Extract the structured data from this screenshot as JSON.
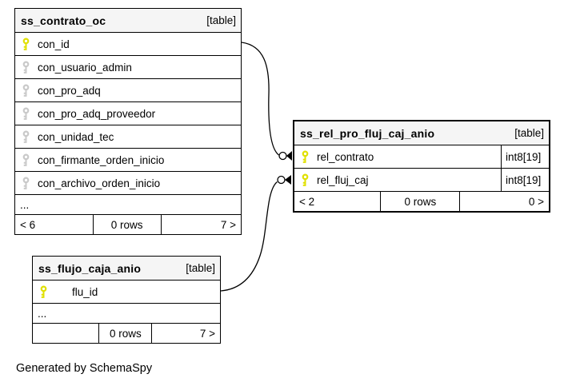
{
  "generated_note": "Generated by SchemaSpy",
  "colors": {
    "primary_key_icon": "#e0e000",
    "secondary_key_icon": "#c9c9c9",
    "header_background": "#f5f5f5",
    "border": "#000000",
    "background": "#ffffff"
  },
  "tables": [
    {
      "name": "ss_contrato_oc",
      "type_label": "[table]",
      "columns": [
        {
          "name": "con_id",
          "key": "primary"
        },
        {
          "name": "con_usuario_admin",
          "key": "secondary"
        },
        {
          "name": "con_pro_adq",
          "key": "secondary"
        },
        {
          "name": "con_pro_adq_proveedor",
          "key": "secondary"
        },
        {
          "name": "con_unidad_tec",
          "key": "secondary"
        },
        {
          "name": "con_firmante_orden_inicio",
          "key": "secondary"
        },
        {
          "name": "con_archivo_orden_inicio",
          "key": "secondary"
        }
      ],
      "ellipsis": "...",
      "footer": {
        "left": "< 6",
        "center": "0 rows",
        "right": "7 >"
      }
    },
    {
      "name": "ss_rel_pro_fluj_caj_anio",
      "type_label": "[table]",
      "columns": [
        {
          "name": "rel_contrato",
          "key": "primary",
          "type": "int8[19]"
        },
        {
          "name": "rel_fluj_caj",
          "key": "primary",
          "type": "int8[19]"
        }
      ],
      "footer": {
        "left": "< 2",
        "center": "0 rows",
        "right": "0 >"
      }
    },
    {
      "name": "ss_flujo_caja_anio",
      "type_label": "[table]",
      "columns": [
        {
          "name": "flu_id",
          "key": "primary"
        }
      ],
      "ellipsis": "...",
      "footer": {
        "left": "",
        "center": "0 rows",
        "right": "7 >"
      }
    }
  ],
  "relationships": [
    {
      "from_table": "ss_contrato_oc",
      "from_column": "con_id",
      "to_table": "ss_rel_pro_fluj_caj_anio",
      "to_column": "rel_contrato"
    },
    {
      "from_table": "ss_flujo_caja_anio",
      "from_column": "flu_id",
      "to_table": "ss_rel_pro_fluj_caj_anio",
      "to_column": "rel_fluj_caj"
    }
  ]
}
